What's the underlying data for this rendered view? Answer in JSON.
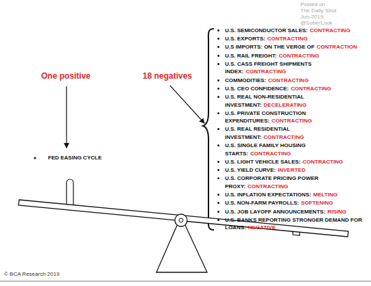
{
  "diagram": {
    "labels": [
      "One positive",
      "18 negatives",
      "FED EASING CYCLE",
      "U.S. SEMICONDUCTOR SALES:",
      "CONTRACTING",
      "U.S. EXPORTS:",
      "CONTRACTING",
      "U.S IMPORTS: ON THE VERGE OF",
      "CONTRACTION",
      "U.S. RAIL FREIGHT:",
      "CONTRACTING",
      "U.S. CASS FREIGHT SHIPMENTS INDEX:",
      "CONTRACTING",
      "COMMODITIES:",
      "CONTRACTING",
      "U.S. CEO CONFIDENCE:",
      "CONTRACTING",
      "U.S. REAL NON-RESIDENTIAL INVESTMENT:",
      "DECELERATING",
      "U.S. PRIVATE CONSTRUCTION EXPENDITURES:",
      "CONTRACTING",
      "U.S. REAL RESIDENTIAL INVESTMENT:",
      "CONTRACTING",
      "U.S. SINGLE FAMILY HOUSING STARTS:",
      "CONTRACTING",
      "U.S. LIGHT VEHICLE SALES:",
      "CONTRACTING",
      "U.S. YIELD CURVE:",
      "INVERTED",
      "U.S. CORPORATE PRICING POWER PROXY:",
      "CONTRACTING",
      "U.S. INFLATION EXPECTATIONS:",
      "MELTING",
      "U.S. NON-FARM PAYROLLS:",
      "SOFTENING",
      "U.S. JOB LAYOFF ANNOUNCEMENTS:",
      "RISING",
      "U.S. BANKS REPORTING STRONGER DEMAND FOR LOANS:",
      "NEGATIVE",
      "Posted on",
      "The Daily Shot",
      "Jun-2019",
      "@SoberLook",
      "© BCA Research 2019"
    ]
  }
}
